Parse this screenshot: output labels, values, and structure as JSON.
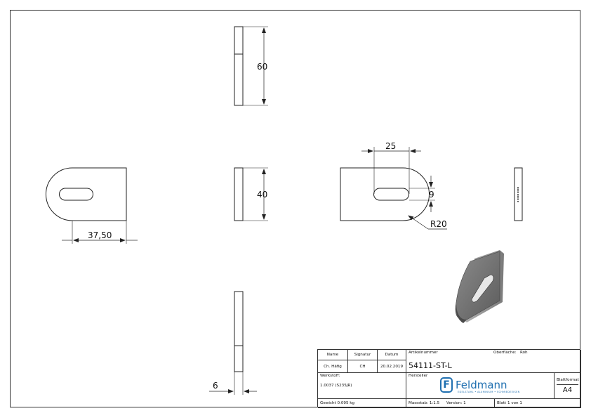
{
  "dimensions": {
    "d60": "60",
    "d40": "40",
    "d25": "25",
    "d9": "9",
    "r20": "R20",
    "d37": "37,50",
    "d6": "6"
  },
  "title_block": {
    "name_label": "Name",
    "signatur_label": "Signatur",
    "datum_label": "Datum",
    "name_value": "Ch. Häfig",
    "signatur_value": "CH",
    "datum_value": "20.02.2019",
    "artikelnummer_label": "Artikelnummer",
    "oberflaeche_label": "Oberfläche:",
    "oberflaeche_value": "Roh",
    "artikelnummer_value": "54111-ST-L",
    "werkstoff_label": "Werkstoff:",
    "werkstoff_value": "1.0037 (S235JR)",
    "hersteller_label": "Hersteller",
    "logo_name": "Feldmann",
    "logo_letter": "F",
    "logo_tagline": "EDELSTAHL • ALUMINIUM • SCHMIEDEEISEN",
    "blattformat_label": "Blattformat",
    "blattformat_value": "A4",
    "gewicht": "Gewicht 0.095 kg",
    "massstab": "Massstab: 1:1.5",
    "version": "Version: 1",
    "blatt": "Blatt 1 von 1"
  },
  "colors": {
    "line": "#222222",
    "brand": "#1f6fb0"
  }
}
